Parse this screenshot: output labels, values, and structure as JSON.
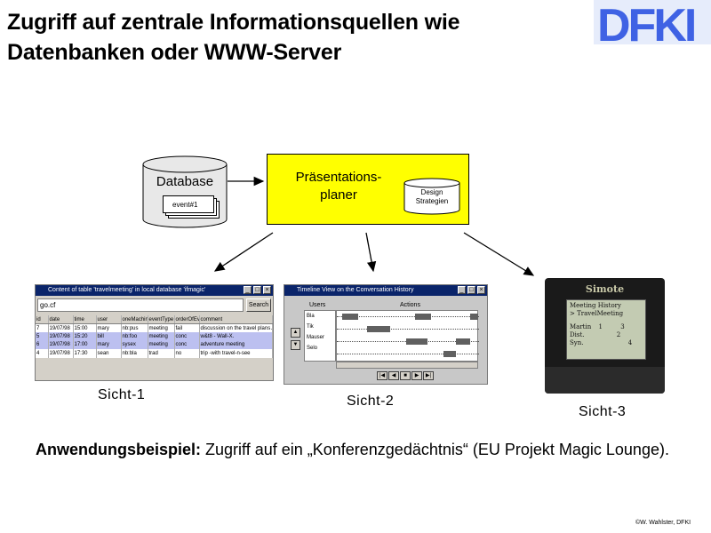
{
  "slide": {
    "title_line1": "Zugriff auf zentrale Informationsquellen wie",
    "title_line2": "Datenbanken oder WWW-Server",
    "logo_text": "DFKI",
    "copyright": "©W. Wahlster, DFKI"
  },
  "diagram": {
    "database_label": "Database",
    "event_label": "event#1",
    "planer_line1": "Präsentations-",
    "planer_line2": "planer",
    "strategy_line1": "Design",
    "strategy_line2": "Strategien",
    "planer_color": "#ffff00"
  },
  "view1": {
    "window_title": "Content of table 'travelmeeting' in local database 'ifmagic'",
    "search_value": "go.cf",
    "search_button": "Search",
    "columns": [
      "id",
      "date",
      "time",
      "user",
      "oneMachine",
      "eventType",
      "orderOfEv",
      "comment"
    ],
    "rows": [
      [
        "7",
        "19/07/98",
        "15:00",
        "mary",
        "nb:pus",
        "meeting",
        "fail",
        "discussion on the travel plans…"
      ],
      [
        "5",
        "19/07/98",
        "15:20",
        "bill",
        "nb:foo",
        "meeting",
        "conc",
        "w&t8 - Wall-X."
      ],
      [
        "6",
        "19/07/98",
        "17:00",
        "mary",
        "sysex",
        "meeting",
        "conc",
        "adventure meeting"
      ],
      [
        "4",
        "19/07/98",
        "17:30",
        "sean",
        "nb:bla",
        "trad",
        "no",
        "trip -with travel-n-see"
      ]
    ],
    "caption": "Sicht-1"
  },
  "view2": {
    "window_title": "Timeline View on the Conversation History",
    "users_header": "Users",
    "actions_header": "Actions",
    "users": [
      "Bla",
      "Tik",
      "Mauser",
      "Selo"
    ],
    "caption": "Sicht-2"
  },
  "view3": {
    "brand": "Simote",
    "screen_line1": "Meeting History",
    "screen_line2": "> TravelMeeting",
    "screen_row1_label": "Martin",
    "screen_row1_a": "1",
    "screen_row1_b": "3",
    "screen_row2_label": "Dist.",
    "screen_row2_a": "2",
    "screen_row3_label": "Syn.",
    "screen_row3_b": "4",
    "caption": "Sicht-3"
  },
  "example": {
    "lead": "Anwendungsbeispiel:",
    "text": " Zugriff auf ein „Konferenzgedächtnis“ (EU Projekt Magic Lounge)."
  }
}
